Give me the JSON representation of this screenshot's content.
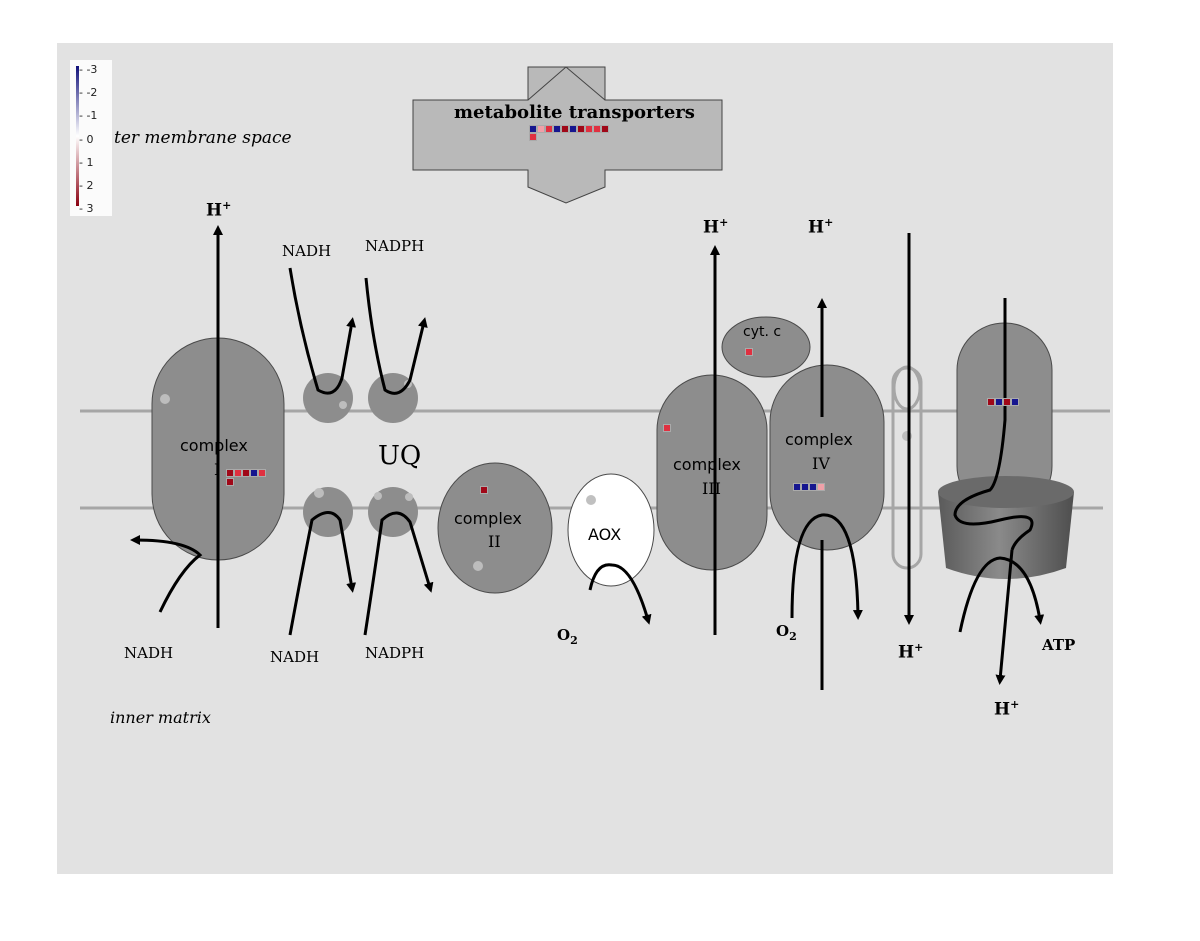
{
  "colors": {
    "background": "#e2e2e2",
    "complex_fill": "#8e8e8e",
    "membrane_line": "#a0a0a0",
    "arrow": "#000000",
    "scale_negative": "#1a1a9e",
    "scale_positive": "#b01020"
  },
  "legend": {
    "ticks": [
      "-3",
      "-2",
      "-1",
      "0",
      "1",
      "2",
      "3"
    ]
  },
  "labels": {
    "outer_membrane_space": "ter membrane space",
    "inner_matrix": "inner matrix",
    "metabolite_transporters": "metabolite transporters",
    "uq": "UQ",
    "complex_i_word": "complex",
    "complex_i_num": "I",
    "complex_ii_word": "complex",
    "complex_ii_num": "II",
    "complex_iii_word": "complex",
    "complex_iii_num": "III",
    "complex_iv_word": "complex",
    "complex_iv_num": "IV",
    "aox": "AOX",
    "cyt_c": "cyt. c",
    "nadh_top": "NADH",
    "nadph_top": "NADPH",
    "nadh_left": "NADH",
    "nadh_bottom": "NADH",
    "nadph_bottom": "NADPH",
    "atp": "ATP",
    "h": "H",
    "plus": "+",
    "o": "O",
    "two": "2"
  },
  "expression_squares": {
    "metabolite_transporters": [
      {
        "row": 0,
        "level": -3
      },
      {
        "row": 0,
        "level": 1
      },
      {
        "row": 0,
        "level": 2
      },
      {
        "row": 0,
        "level": -3
      },
      {
        "row": 0,
        "level": 3
      },
      {
        "row": 0,
        "level": -3
      },
      {
        "row": 0,
        "level": 3
      },
      {
        "row": 0,
        "level": 2
      },
      {
        "row": 0,
        "level": 2
      },
      {
        "row": 0,
        "level": 3
      },
      {
        "row": 1,
        "level": 2
      }
    ],
    "complex_i": [
      3,
      2,
      3,
      -3,
      2,
      3
    ],
    "complex_ii": [
      3
    ],
    "complex_iii": [
      2
    ],
    "complex_iv": [
      -3,
      -3,
      -3,
      1
    ],
    "cyt_c": [
      2
    ],
    "atp_synthase": [
      3,
      -3,
      3,
      -3
    ]
  }
}
